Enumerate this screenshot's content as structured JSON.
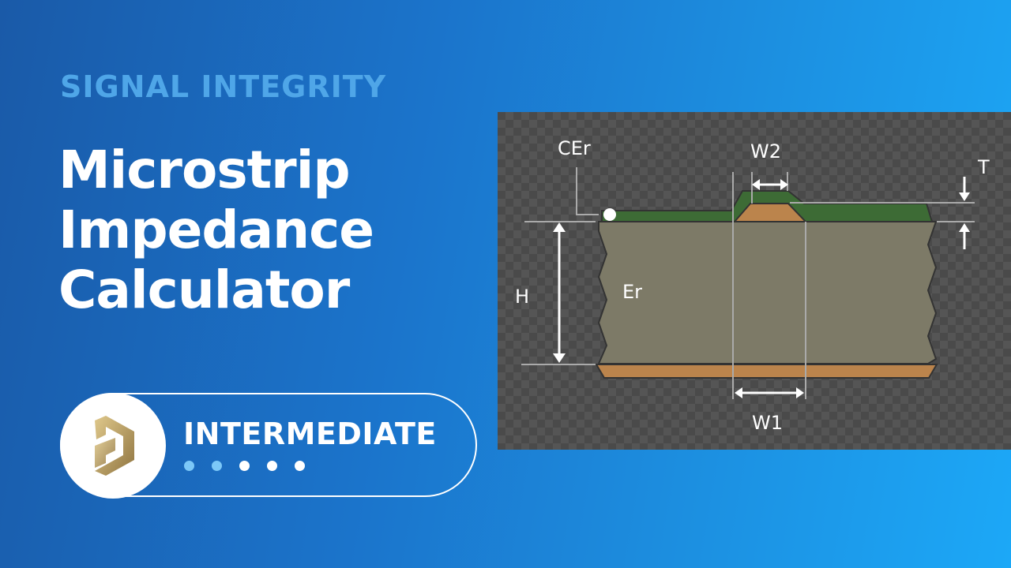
{
  "header": {
    "category": "SIGNAL INTEGRITY",
    "title_lines": [
      "Microstrip",
      "Impedance",
      "Calculator"
    ]
  },
  "badge": {
    "level": "INTERMEDIATE",
    "rating_total": 5,
    "rating_filled": 2,
    "logo": "gold-hexagon-d-logo"
  },
  "diagram": {
    "labels": {
      "cer": "CEr",
      "w2": "W2",
      "t": "T",
      "h": "H",
      "er": "Er",
      "w1": "W1"
    },
    "colors": {
      "solder_mask": "#3d6b35",
      "copper": "#bb844c",
      "dielectric": "#7d7a67",
      "background": "#4a4a4a"
    }
  }
}
